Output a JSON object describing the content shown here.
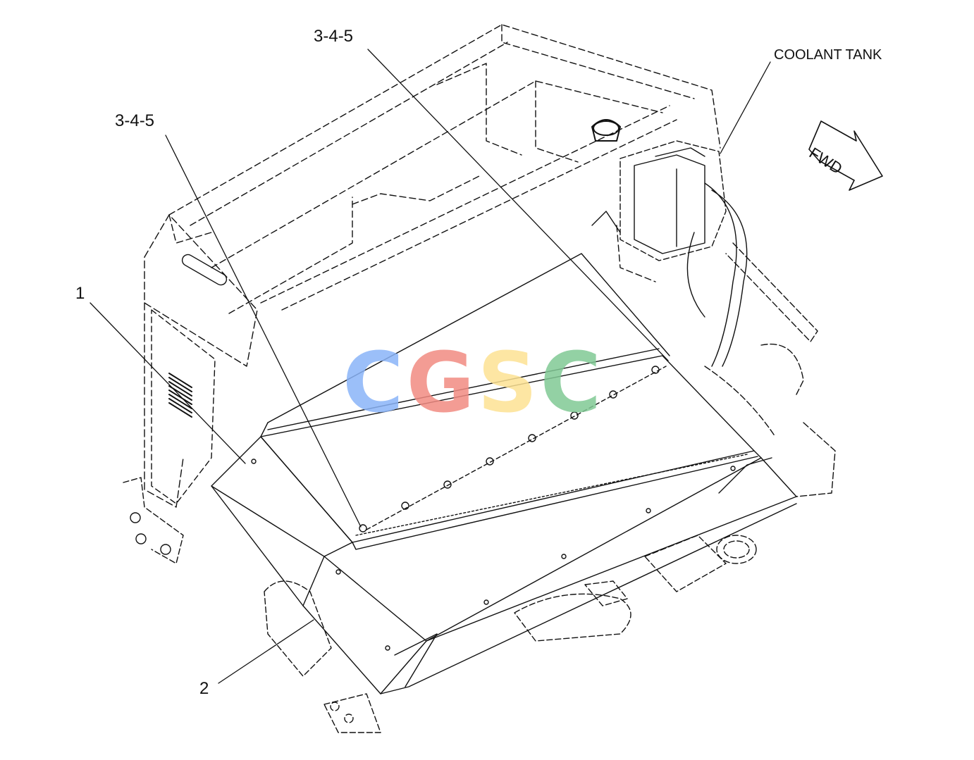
{
  "callouts": {
    "c1": "1",
    "c2": "2",
    "c345_top": "3-4-5",
    "c345_left": "3-4-5",
    "coolant_tank": "COOLANT TANK",
    "fwd": "FWD"
  },
  "watermark": {
    "text": "CGSC",
    "letters": [
      "C",
      "G",
      "S",
      "C"
    ],
    "colors": [
      "#8ab4f8",
      "#f28b82",
      "#fde293",
      "#81c995"
    ]
  },
  "colors": {
    "line": "#111111",
    "paper": "#ffffff"
  }
}
